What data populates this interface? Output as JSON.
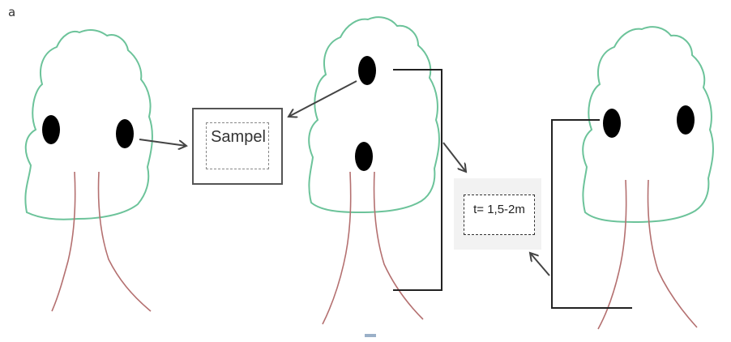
{
  "panel_label": "a",
  "sample_label": "Sampel",
  "height_label": "t= 1,5-2m",
  "colors": {
    "canopy": "#6cc39a",
    "trunk": "#b47070",
    "sample_dot": "#000000",
    "line": "#222222",
    "arrow": "#444444"
  }
}
